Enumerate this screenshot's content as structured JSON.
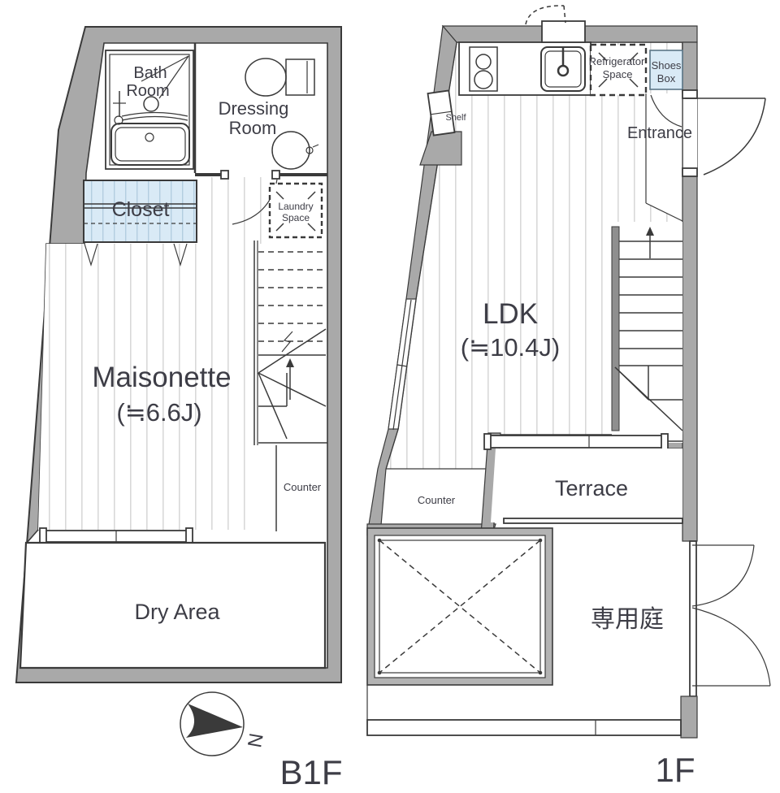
{
  "page": {
    "type": "real-estate floor plan",
    "background": "#ffffff"
  },
  "colors": {
    "wall": "#a9a9a9",
    "line": "#3a3a3a",
    "text": "#3d3d46",
    "floor_stripe": "#d8d8d8",
    "closet_fill": "#d9eaf6",
    "closet_stripe": "#b3cee0"
  },
  "b1f": {
    "label": "B1F",
    "bath_1": "Bath",
    "bath_2": "Room",
    "dressing_1": "Dressing",
    "dressing_2": "Room",
    "closet": "Closet",
    "laundry_1": "Laundry",
    "laundry_2": "Space",
    "room_name": "Maisonette",
    "room_size": "(≒6.6J)",
    "counter": "Counter",
    "dry_area": "Dry Area"
  },
  "f1": {
    "label": "1F",
    "refrigerator_1": "Refrigerator",
    "refrigerator_2": "Space",
    "shoes_1": "Shoes",
    "shoes_2": "Box",
    "shelf": "Shelf",
    "entrance": "Entrance",
    "room_name": "LDK",
    "room_size": "(≒10.4J)",
    "counter": "Counter",
    "terrace": "Terrace",
    "garden": "専用庭"
  },
  "compass": {
    "north": "N"
  }
}
